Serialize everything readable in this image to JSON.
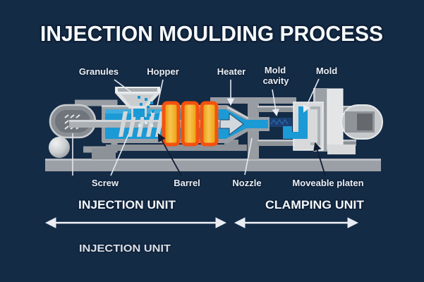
{
  "title": "INJECTION MOULDING PROCESS",
  "part_labels": {
    "granules": "Granules",
    "hopper": "Hopper",
    "heater": "Heater",
    "mold_cavity_line1": "Mold",
    "mold_cavity_line2": "cavity",
    "mold": "Mold",
    "screw": "Screw",
    "barrel": "Barrel",
    "nozzle": "Nozzle",
    "moveable_platen": "Moveable platen"
  },
  "sections": {
    "injection_unit": "INJECTION UNIT",
    "clamping_unit": "CLAMPING UNIT",
    "bottom_caption": "INJECTION UNIT"
  },
  "colors": {
    "background": "#142B46",
    "melt_blue": "#1B9AD5",
    "sprue_dark_blue": "#1B3F71",
    "heater_band_orange": "#F4510E",
    "heater_band_amber": "#F2A60C",
    "machine_gray": "#9BA0A6",
    "machine_light_gray": "#D7D9DB",
    "label_text": "#E9EDF3"
  }
}
